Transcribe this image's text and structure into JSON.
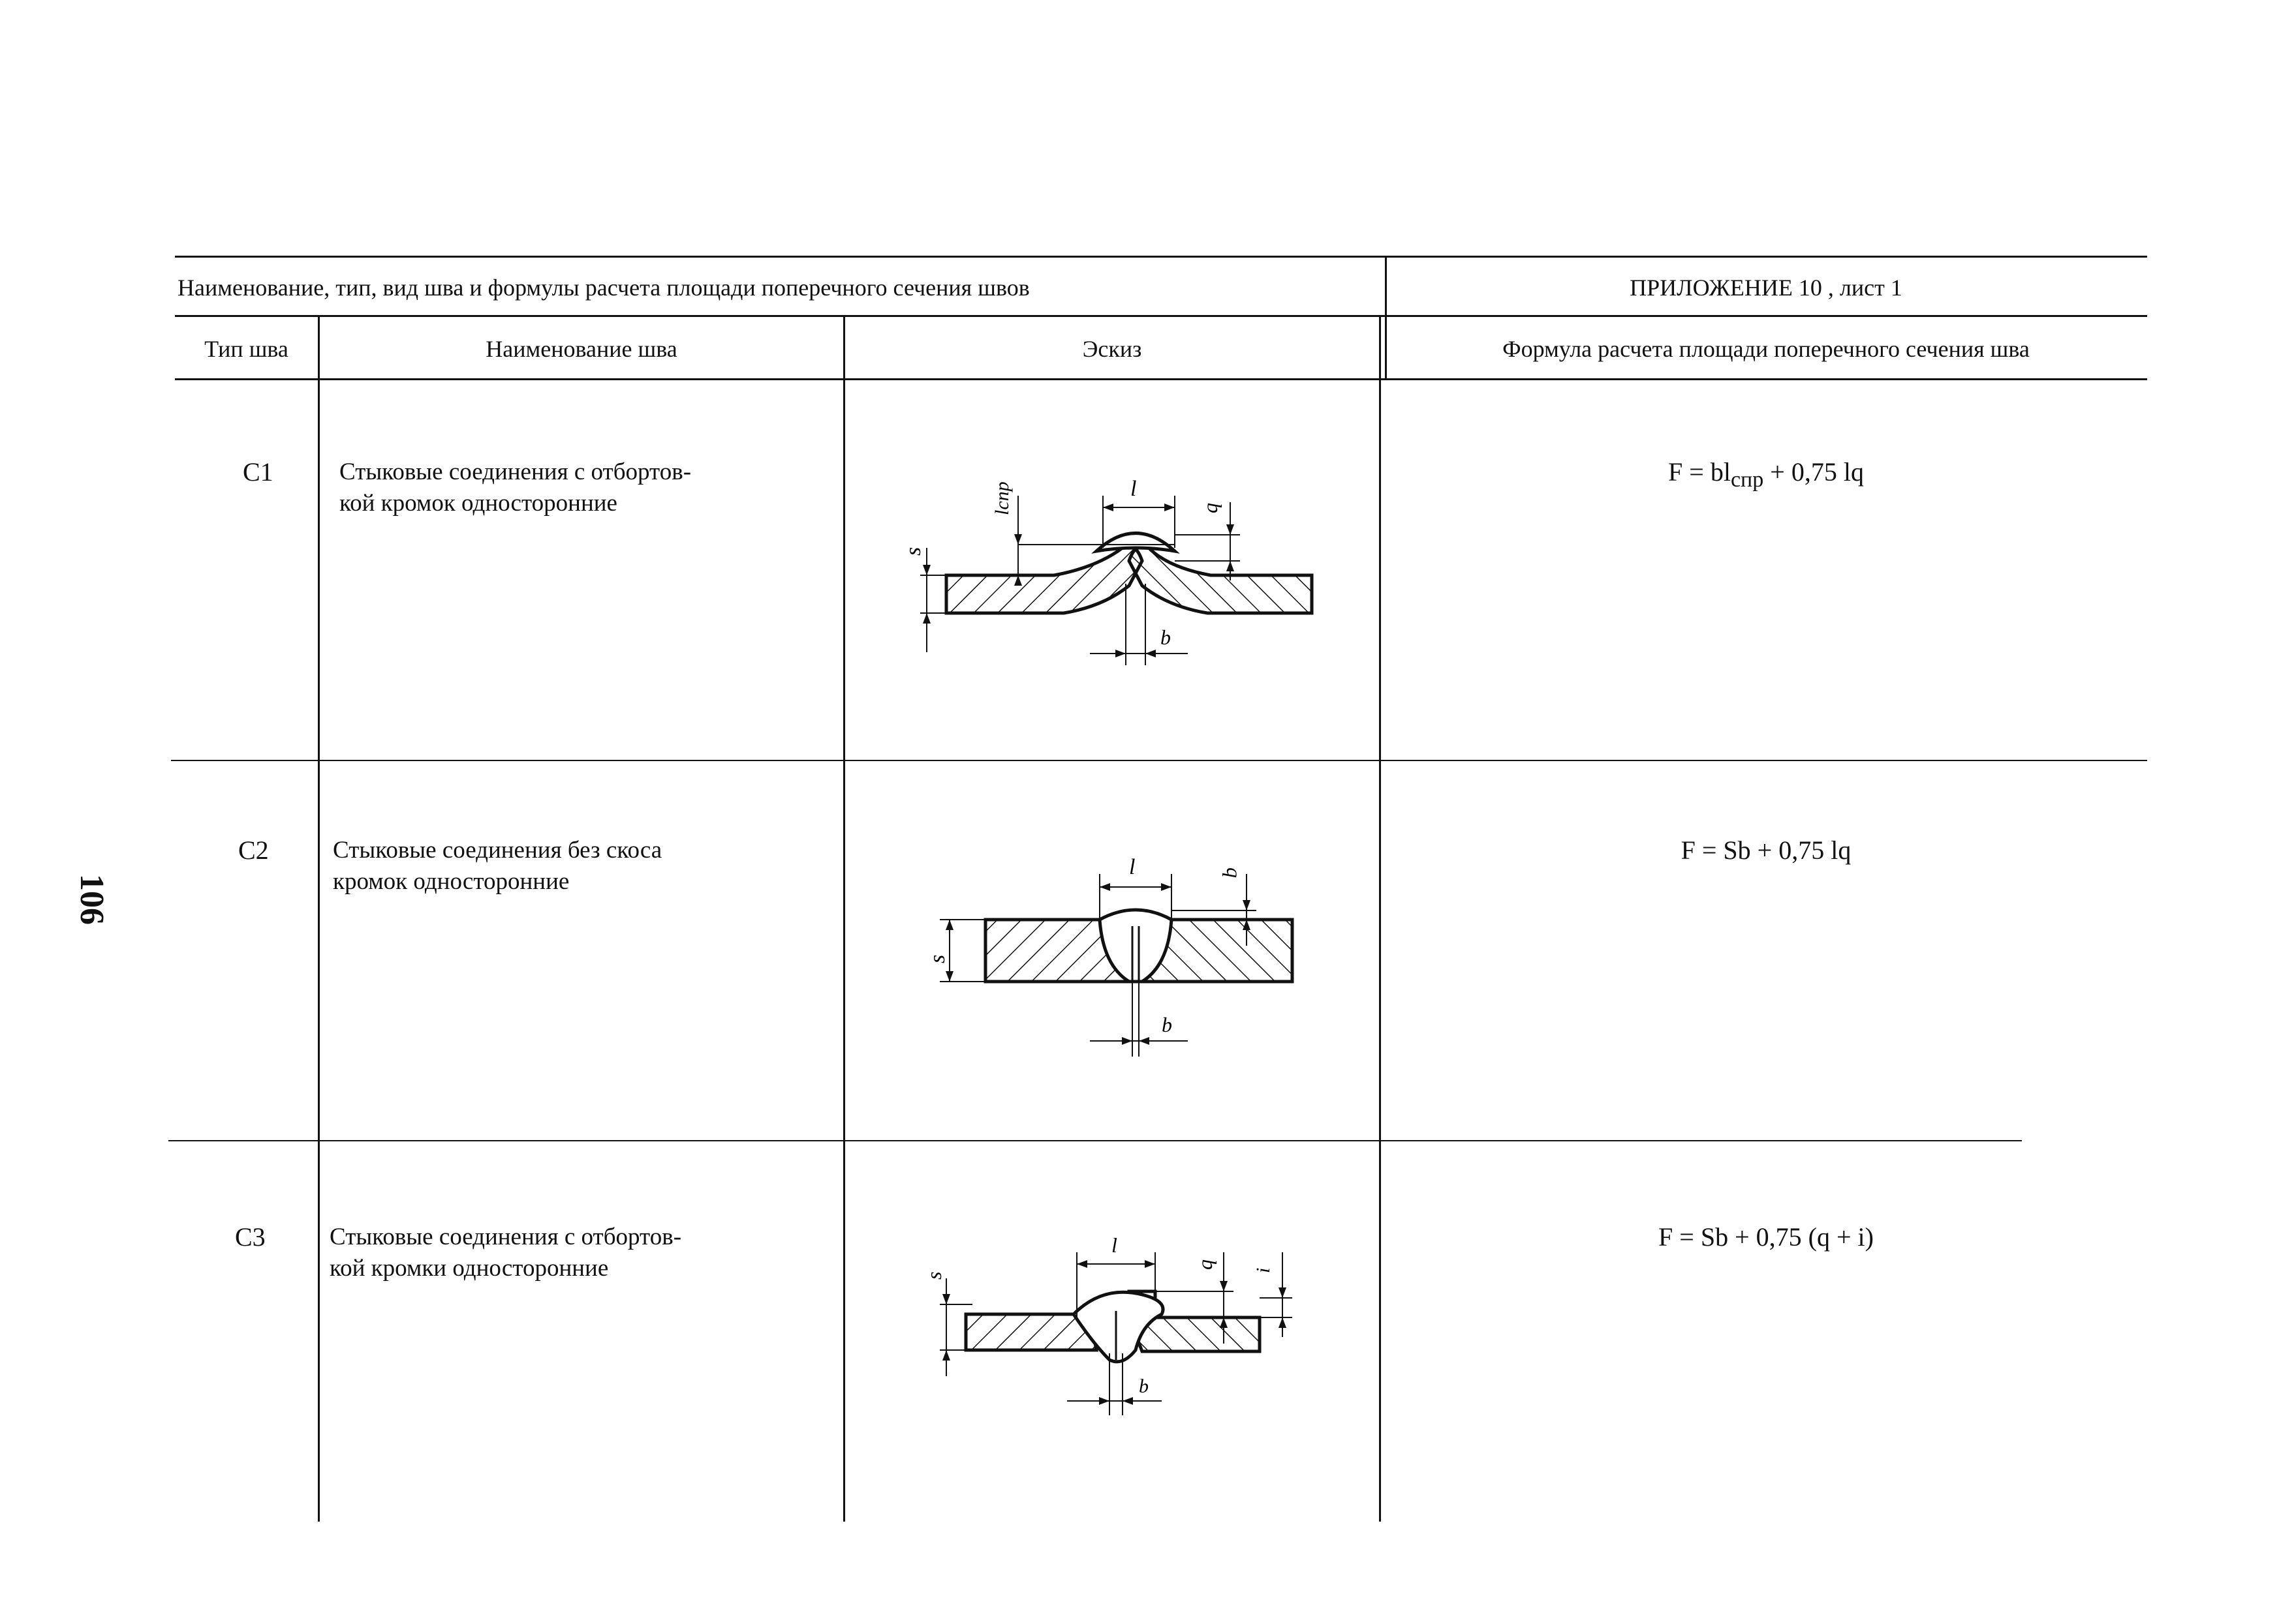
{
  "header": {
    "title": "Наименование, тип, вид шва и формулы расчета площади поперечного сечения швов",
    "appendix": "ПРИЛОЖЕНИЕ 10 , лист 1"
  },
  "columns": {
    "type": "Тип шва",
    "name": "Наименование шва",
    "sketch": "Эскиз",
    "formula": "Формула расчета площади поперечного сечения шва"
  },
  "rows": [
    {
      "code": "С1",
      "name": "Стыковые соединения с отбортов-\nкой кромок односторонние",
      "formula": {
        "main": "F = bl",
        "sub": "спр",
        "tail": " + 0,75 lq"
      },
      "labels": {
        "s": "s",
        "lspr": "lспр",
        "l": "l",
        "q": "q",
        "b": "b"
      }
    },
    {
      "code": "С2",
      "name": "Стыковые соединения без скоса\nкромок односторонние",
      "formula": {
        "main": "F = Sb + 0,75 lq"
      },
      "labels": {
        "s": "s",
        "l": "l",
        "q": "q",
        "b": "b"
      }
    },
    {
      "code": "С3",
      "name": "Стыковые соединения с отбортов-\nкой кромки односторонние",
      "formula": {
        "main": "F = Sb + 0,75  (q + i)"
      },
      "labels": {
        "s": "s",
        "l": "l",
        "q": "q",
        "i": "i",
        "b": "b"
      }
    }
  ],
  "page_number": "106"
}
